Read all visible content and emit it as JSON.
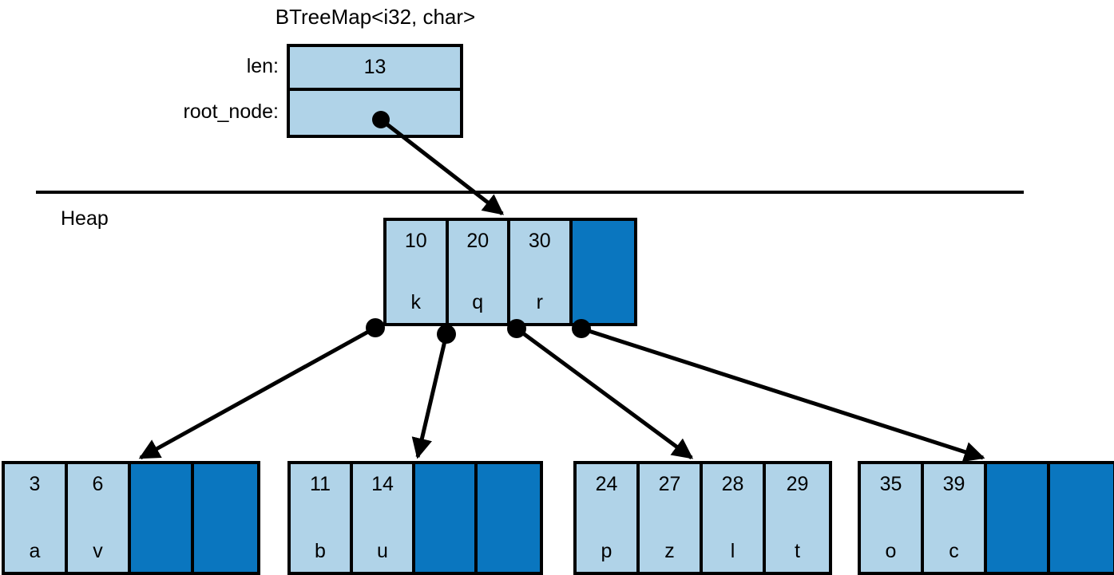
{
  "diagram": {
    "title": "BTreeMap<i32, char>",
    "heap_label": "Heap",
    "colors": {
      "filled_cell": "#b0d3e8",
      "empty_cell": "#0a76bf",
      "stroke": "#000000",
      "background": "#ffffff"
    }
  },
  "struct": {
    "fields": [
      {
        "label": "len:",
        "value": "13"
      },
      {
        "label": "root_node:",
        "value": ""
      }
    ]
  },
  "root_node": {
    "cells": [
      {
        "key": "10",
        "value": "k",
        "empty": false
      },
      {
        "key": "20",
        "value": "q",
        "empty": false
      },
      {
        "key": "30",
        "value": "r",
        "empty": false
      },
      {
        "key": "",
        "value": "",
        "empty": true
      }
    ]
  },
  "leaf_nodes": [
    {
      "cells": [
        {
          "key": "3",
          "value": "a",
          "empty": false
        },
        {
          "key": "6",
          "value": "v",
          "empty": false
        },
        {
          "key": "",
          "value": "",
          "empty": true
        },
        {
          "key": "",
          "value": "",
          "empty": true
        }
      ]
    },
    {
      "cells": [
        {
          "key": "11",
          "value": "b",
          "empty": false
        },
        {
          "key": "14",
          "value": "u",
          "empty": false
        },
        {
          "key": "",
          "value": "",
          "empty": true
        },
        {
          "key": "",
          "value": "",
          "empty": true
        }
      ]
    },
    {
      "cells": [
        {
          "key": "24",
          "value": "p",
          "empty": false
        },
        {
          "key": "27",
          "value": "z",
          "empty": false
        },
        {
          "key": "28",
          "value": "l",
          "empty": false
        },
        {
          "key": "29",
          "value": "t",
          "empty": false
        }
      ]
    },
    {
      "cells": [
        {
          "key": "35",
          "value": "o",
          "empty": false
        },
        {
          "key": "39",
          "value": "c",
          "empty": false
        },
        {
          "key": "",
          "value": "",
          "empty": true
        },
        {
          "key": "",
          "value": "",
          "empty": true
        }
      ]
    }
  ]
}
